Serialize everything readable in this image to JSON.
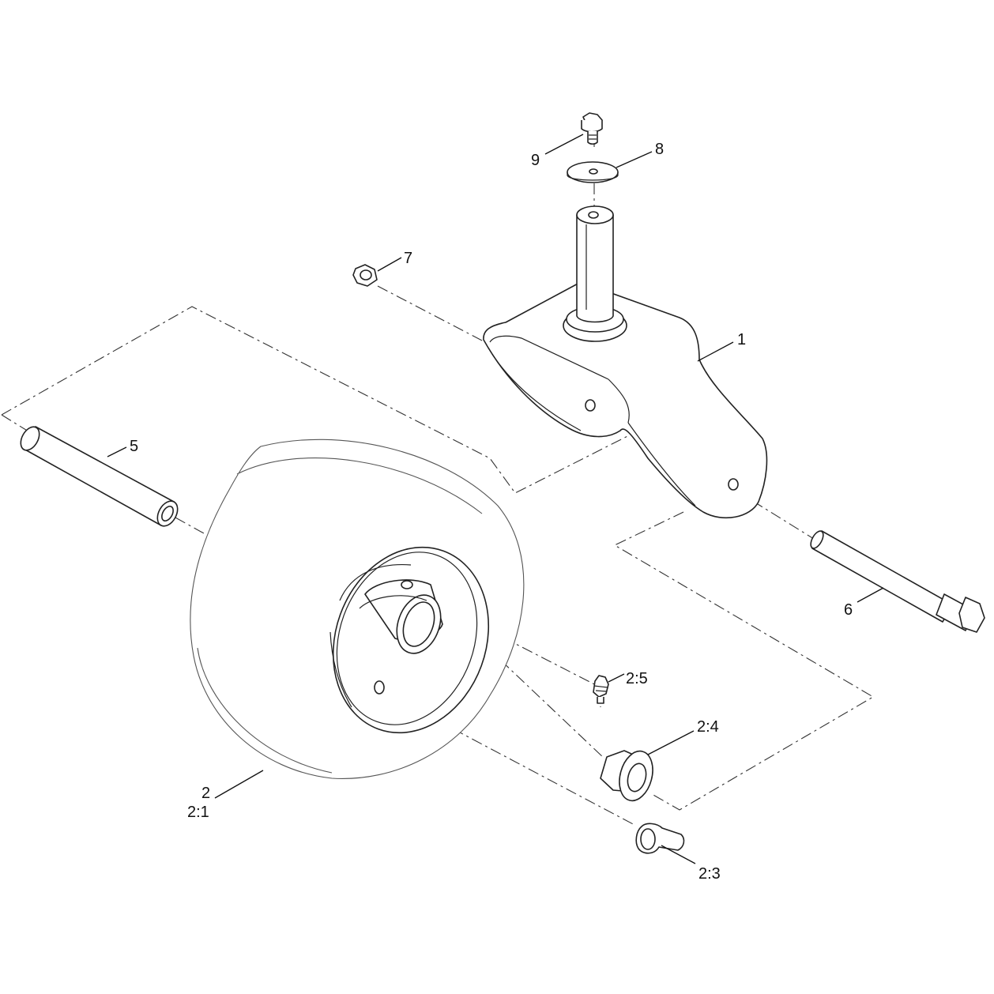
{
  "callouts": {
    "c1": "1",
    "c2": "2",
    "c2_1": "2:1",
    "c2_3": "2:3",
    "c2_4": "2:4",
    "c2_5": "2:5",
    "c5": "5",
    "c6": "6",
    "c7": "7",
    "c8": "8",
    "c9": "9"
  },
  "colors": {
    "line": "#222222",
    "background": "#ffffff"
  }
}
